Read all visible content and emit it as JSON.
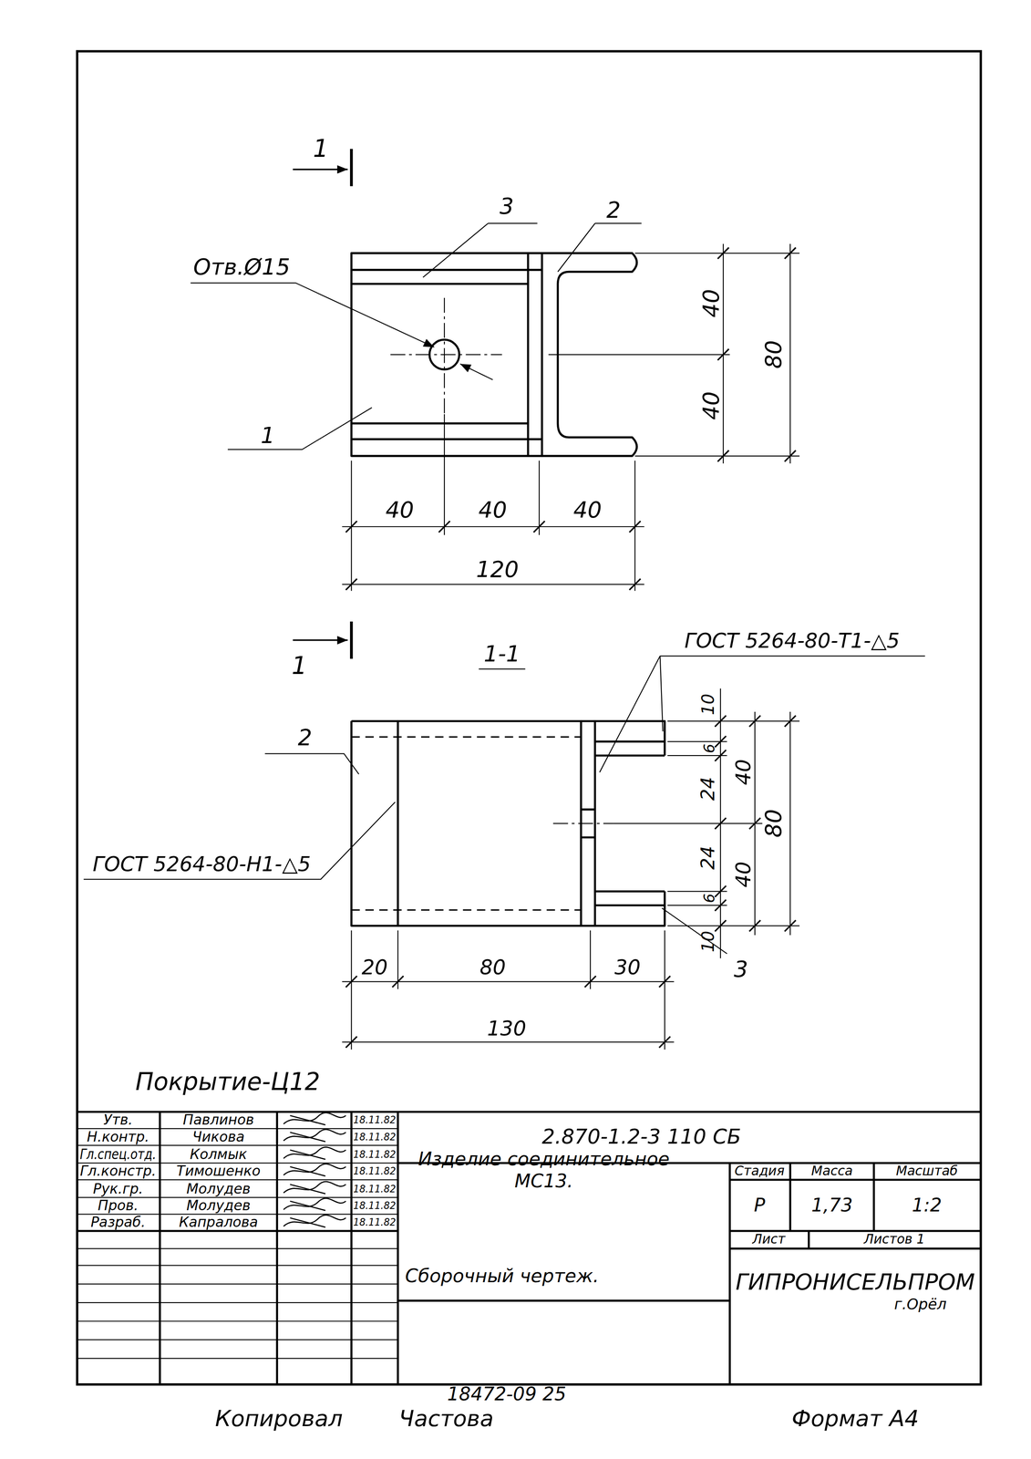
{
  "diagram": {
    "labels": [
      "1",
      "3",
      "2",
      "Отв.Ø15",
      "40",
      "40",
      "80",
      "1",
      "40",
      "40",
      "40",
      "120",
      "1-1",
      "1",
      "ГОСТ 5264-80-Т1-△5",
      "2",
      "10",
      "6",
      "40",
      "24",
      "80",
      "ГОСТ 5264-80-Н1-△5",
      "24",
      "40",
      "6",
      "10",
      "3",
      "20",
      "80",
      "30",
      "130",
      "Покрытие-Ц12",
      "Утв.",
      "Павлинов",
      "18.11.82",
      "Н.контр.",
      "Чикова",
      "18.11.82",
      "Гл.спец.отд.",
      "Колмык",
      "18.11.82",
      "Гл.констр.",
      "Тимошенко",
      "18.11.82",
      "Рук.гр.",
      "Молудев",
      "18.11.82",
      "Пров.",
      "Молудев",
      "18.11.82",
      "Разраб.",
      "Капралова",
      "18.11.82",
      "2.870-1.2-3 110 СБ",
      "Изделие соединительное МС13.",
      "Сборочный чертеж.",
      "Стадия",
      "Масса",
      "Масштаб",
      "Р",
      "1,73",
      "1:2",
      "Лист",
      "Листов 1",
      "ГИПРОНИСЕЛЬПРОМ",
      "г.Орёл",
      "Копировал",
      "Частова",
      "18472-09 25",
      "Формат А4"
    ]
  }
}
